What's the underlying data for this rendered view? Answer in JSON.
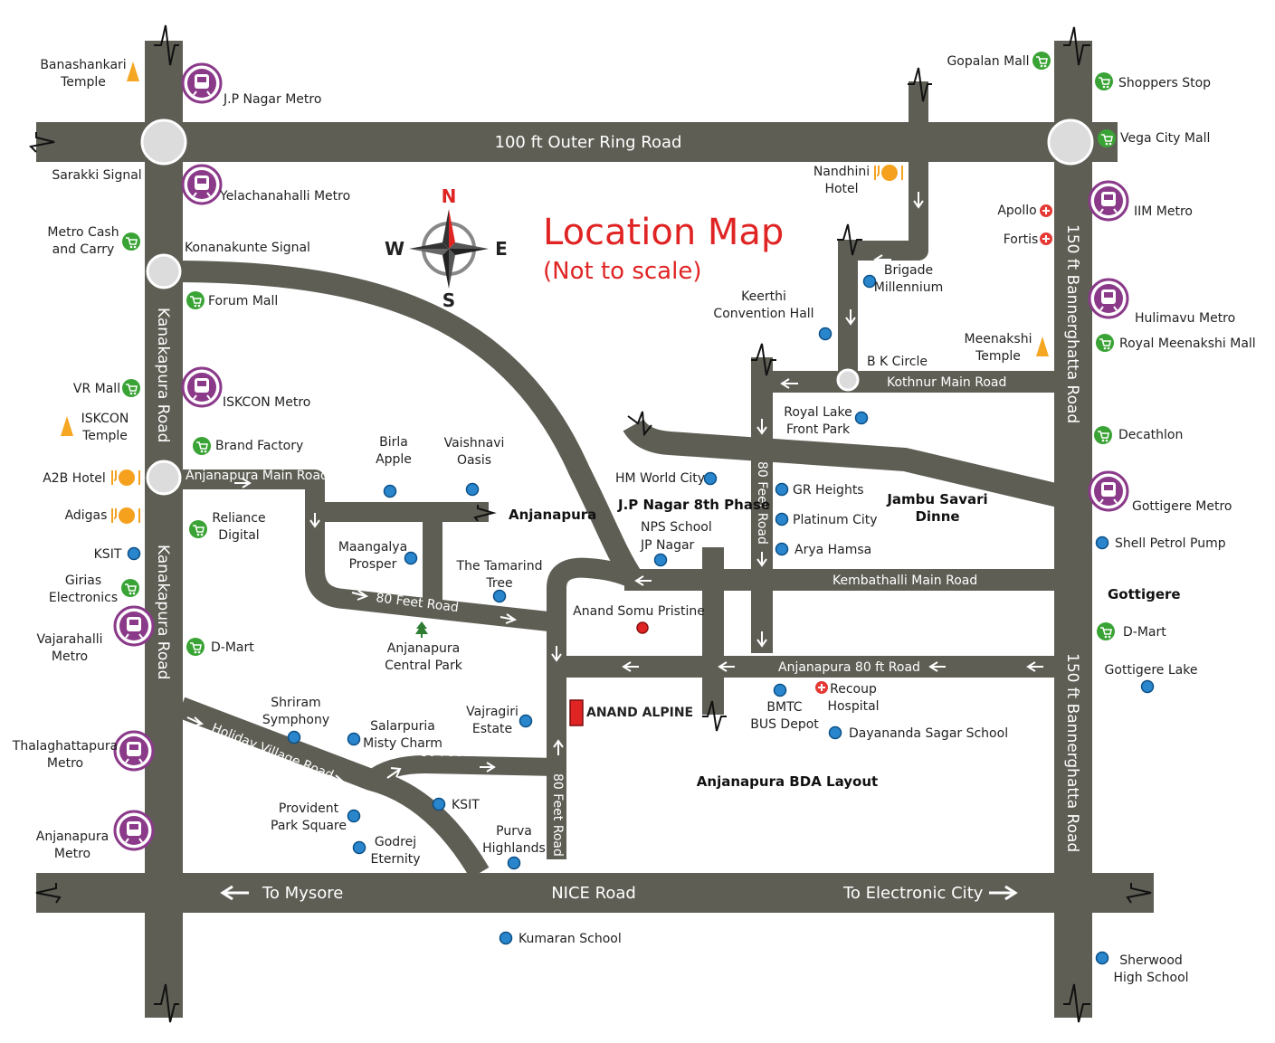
{
  "title": "Location Map",
  "subtitle": "(Not to scale)",
  "compass": {
    "n": "N",
    "s": "S",
    "e": "E",
    "w": "W"
  },
  "colors": {
    "road": "#5e5e55",
    "metro": "#8b3a8a",
    "poi": "#2a86cc",
    "shop": "#3aa335",
    "food": "#f5a11e",
    "hospital": "#e53935",
    "title": "#e02424",
    "project": "#e02424",
    "temple": "#f5a623"
  },
  "roads": {
    "orr": "100 ft Outer Ring Road",
    "kanakapura_top": "Kanakapura Road",
    "kanakapura_bottom": "Kanakapura Road",
    "bannerghatta_top": "150 ft Bannerghatta Road",
    "bannerghatta_bottom": "150 ft Bannerghatta Road",
    "nice": "NICE Road",
    "to_mysore": "To Mysore",
    "to_ecity": "To Electronic City",
    "anjanapura_main": "Anjanapura Main Road",
    "feet80_a": "80 Feet Road",
    "feet80_b": "80 Feet Road",
    "feet80_c": "80 Feet Road",
    "feet80_d": "80 Feet Road",
    "holiday_village": "Holiday Village Road",
    "kothnur": "Kothnur Main Road",
    "kembathalli": "Kembathalli Main Road",
    "anjanapura_80ft": "Anjanapura 80 ft Road"
  },
  "places": [
    {
      "id": "banashankari",
      "lines": [
        "Banashankari",
        "Temple"
      ],
      "icon": "temple-icon"
    },
    {
      "id": "jp-nagar-metro",
      "lines": [
        "J.P Nagar Metro"
      ],
      "icon": "metro-icon"
    },
    {
      "id": "sarakki",
      "lines": [
        "Sarakki Signal"
      ],
      "icon": ""
    },
    {
      "id": "yelachanahalli",
      "lines": [
        "Yelachanahalli Metro"
      ],
      "icon": "metro-icon"
    },
    {
      "id": "metro-cash",
      "lines": [
        "Metro Cash",
        "and Carry"
      ],
      "icon": "cart-icon"
    },
    {
      "id": "konanakunte",
      "lines": [
        "Konanakunte Signal"
      ],
      "icon": ""
    },
    {
      "id": "forum-mall",
      "lines": [
        "Forum Mall"
      ],
      "icon": "cart-icon"
    },
    {
      "id": "vr-mall",
      "lines": [
        "VR Mall"
      ],
      "icon": "cart-icon"
    },
    {
      "id": "iskcon-metro",
      "lines": [
        "ISKCON Metro"
      ],
      "icon": "metro-icon"
    },
    {
      "id": "iskcon-temple",
      "lines": [
        "ISKCON",
        "Temple"
      ],
      "icon": "temple-icon"
    },
    {
      "id": "brand-factory",
      "lines": [
        "Brand Factory"
      ],
      "icon": "cart-icon"
    },
    {
      "id": "a2b",
      "lines": [
        "A2B Hotel"
      ],
      "icon": "food-icon"
    },
    {
      "id": "adigas",
      "lines": [
        "Adigas"
      ],
      "icon": "food-icon"
    },
    {
      "id": "reliance",
      "lines": [
        "Reliance",
        "Digital"
      ],
      "icon": "cart-icon"
    },
    {
      "id": "ksit-left",
      "lines": [
        "KSIT"
      ],
      "icon": "dot-icon"
    },
    {
      "id": "girias",
      "lines": [
        "Girias",
        "Electronics"
      ],
      "icon": "cart-icon"
    },
    {
      "id": "vajarahalli",
      "lines": [
        "Vajarahalli",
        "Metro"
      ],
      "icon": "metro-icon"
    },
    {
      "id": "dmart-left",
      "lines": [
        "D-Mart"
      ],
      "icon": "cart-icon"
    },
    {
      "id": "thalaghattapura",
      "lines": [
        "Thalaghattapura",
        "Metro"
      ],
      "icon": "metro-icon"
    },
    {
      "id": "anjanapura-metro",
      "lines": [
        "Anjanapura",
        "Metro"
      ],
      "icon": "metro-icon"
    },
    {
      "id": "birla",
      "lines": [
        "Birla",
        "Apple"
      ],
      "icon": "dot-icon"
    },
    {
      "id": "vaishnavi",
      "lines": [
        "Vaishnavi",
        "Oasis"
      ],
      "icon": "dot-icon"
    },
    {
      "id": "anjanapura",
      "lines": [
        "Anjanapura"
      ],
      "icon": ""
    },
    {
      "id": "maangalya",
      "lines": [
        "Maangalya",
        "Prosper"
      ],
      "icon": "dot-icon"
    },
    {
      "id": "tamarind",
      "lines": [
        "The Tamarind",
        "Tree"
      ],
      "icon": "dot-icon"
    },
    {
      "id": "central-park",
      "lines": [
        "Anjanapura",
        "Central Park"
      ],
      "icon": "tree-icon"
    },
    {
      "id": "shriram",
      "lines": [
        "Shriram",
        "Symphony"
      ],
      "icon": "dot-icon"
    },
    {
      "id": "salarpuria",
      "lines": [
        "Salarpuria",
        "Misty Charm"
      ],
      "icon": "dot-icon"
    },
    {
      "id": "vajragiri",
      "lines": [
        "Vajragiri",
        "Estate"
      ],
      "icon": "dot-icon"
    },
    {
      "id": "provident",
      "lines": [
        "Provident",
        "Park Square"
      ],
      "icon": "dot-icon"
    },
    {
      "id": "ksit-bottom",
      "lines": [
        "KSIT"
      ],
      "icon": "dot-icon"
    },
    {
      "id": "godrej",
      "lines": [
        "Godrej",
        "Eternity"
      ],
      "icon": "dot-icon"
    },
    {
      "id": "purva",
      "lines": [
        "Purva",
        "Highlands"
      ],
      "icon": "dot-icon"
    },
    {
      "id": "kumaran",
      "lines": [
        "Kumaran School"
      ],
      "icon": "dot-icon"
    },
    {
      "id": "hm-world",
      "lines": [
        "HM World City"
      ],
      "icon": "dot-icon"
    },
    {
      "id": "jp-8th",
      "lines": [
        "J.P Nagar 8th Phase"
      ],
      "icon": ""
    },
    {
      "id": "nps",
      "lines": [
        "NPS School"
      ],
      "icon": ""
    },
    {
      "id": "jp-nagar",
      "lines": [
        "JP Nagar"
      ],
      "icon": "dot-icon"
    },
    {
      "id": "anand-somu",
      "lines": [
        "Anand Somu Pristine"
      ],
      "icon": "red-dot-icon"
    },
    {
      "id": "anand-alpine",
      "lines": [
        "ANAND ALPINE"
      ],
      "icon": "project-marker"
    },
    {
      "id": "nandhini",
      "lines": [
        "Nandhini",
        "Hotel"
      ],
      "icon": "food-icon"
    },
    {
      "id": "brigade",
      "lines": [
        "Brigade",
        "Millennium"
      ],
      "icon": "dot-icon"
    },
    {
      "id": "keerthi",
      "lines": [
        "Keerthi",
        "Convention Hall"
      ],
      "icon": "dot-icon"
    },
    {
      "id": "bk-circle",
      "lines": [
        "B K Circle"
      ],
      "icon": ""
    },
    {
      "id": "royal-lake",
      "lines": [
        "Royal Lake",
        "Front Park"
      ],
      "icon": "dot-icon"
    },
    {
      "id": "gr-heights",
      "lines": [
        "GR Heights"
      ],
      "icon": "dot-icon"
    },
    {
      "id": "platinum",
      "lines": [
        "Platinum City"
      ],
      "icon": "dot-icon"
    },
    {
      "id": "arya",
      "lines": [
        "Arya Hamsa"
      ],
      "icon": "dot-icon"
    },
    {
      "id": "jambu",
      "lines": [
        "Jambu Savari",
        "Dinne"
      ],
      "icon": ""
    },
    {
      "id": "bmtc",
      "lines": [
        "BMTC",
        "BUS Depot"
      ],
      "icon": "dot-icon"
    },
    {
      "id": "recoup",
      "lines": [
        "Recoup",
        "Hospital"
      ],
      "icon": "hospital-icon"
    },
    {
      "id": "dayananda",
      "lines": [
        "Dayananda Sagar School"
      ],
      "icon": "dot-icon"
    },
    {
      "id": "bda",
      "lines": [
        "Anjanapura BDA Layout"
      ],
      "icon": ""
    },
    {
      "id": "gopalan",
      "lines": [
        "Gopalan Mall"
      ],
      "icon": "cart-icon"
    },
    {
      "id": "shoppers",
      "lines": [
        "Shoppers Stop"
      ],
      "icon": "cart-icon"
    },
    {
      "id": "vega",
      "lines": [
        "Vega City Mall"
      ],
      "icon": "cart-icon"
    },
    {
      "id": "apollo",
      "lines": [
        "Apollo"
      ],
      "icon": "hospital-icon"
    },
    {
      "id": "fortis",
      "lines": [
        "Fortis"
      ],
      "icon": "hospital-icon"
    },
    {
      "id": "iim-metro",
      "lines": [
        "IIM Metro"
      ],
      "icon": "metro-icon"
    },
    {
      "id": "hulimavu",
      "lines": [
        "Hulimavu Metro"
      ],
      "icon": "metro-icon"
    },
    {
      "id": "royal-meenakshi",
      "lines": [
        "Royal Meenakshi Mall"
      ],
      "icon": "cart-icon"
    },
    {
      "id": "meenakshi-temple",
      "lines": [
        "Meenakshi",
        "Temple"
      ],
      "icon": "temple-icon"
    },
    {
      "id": "decathlon",
      "lines": [
        "Decathlon"
      ],
      "icon": "cart-icon"
    },
    {
      "id": "gottigere-metro",
      "lines": [
        "Gottigere Metro"
      ],
      "icon": "metro-icon"
    },
    {
      "id": "shell",
      "lines": [
        "Shell Petrol Pump"
      ],
      "icon": "dot-icon"
    },
    {
      "id": "gottigere",
      "lines": [
        "Gottigere"
      ],
      "icon": ""
    },
    {
      "id": "dmart-right",
      "lines": [
        "D-Mart"
      ],
      "icon": "cart-icon"
    },
    {
      "id": "gottigere-lake",
      "lines": [
        "Gottigere Lake"
      ],
      "icon": "dot-icon"
    },
    {
      "id": "sherwood",
      "lines": [
        "Sherwood",
        "High School"
      ],
      "icon": "dot-icon"
    }
  ]
}
